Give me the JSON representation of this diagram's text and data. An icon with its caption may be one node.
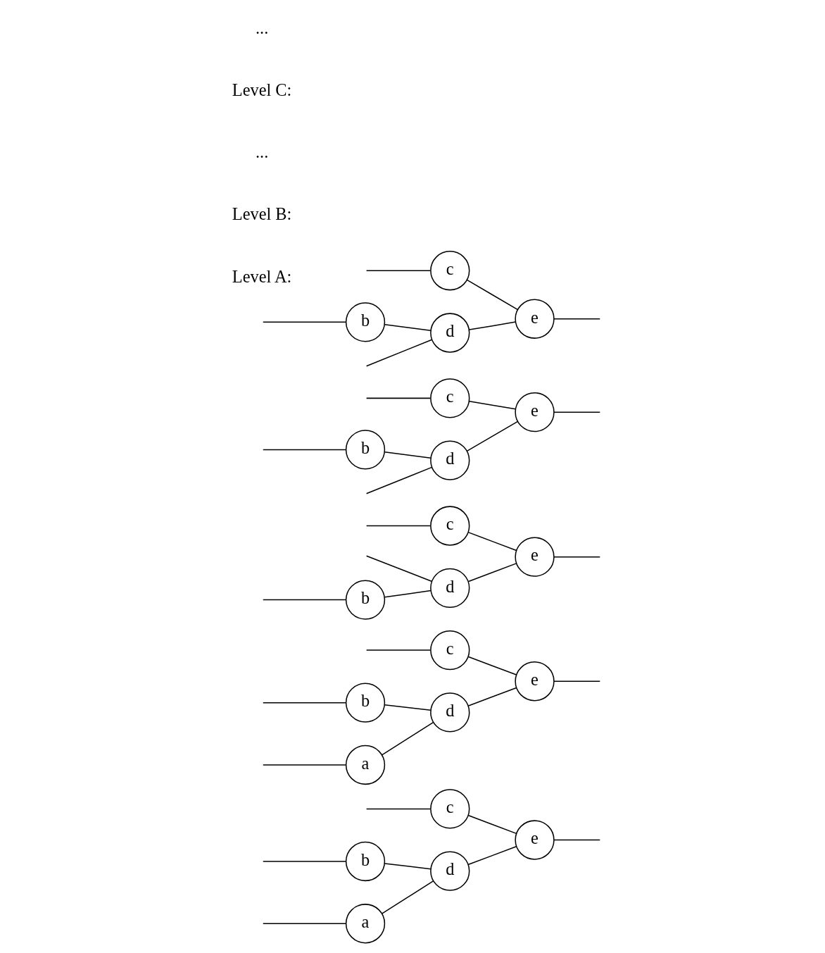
{
  "diagram": {
    "nodes": [
      {
        "text": [
          "a"
        ]
      },
      {
        "text": [
          "b"
        ]
      },
      {
        "text": [
          "c"
        ]
      },
      {
        "text": [
          "d"
        ]
      },
      {
        "text": [
          "e"
        ]
      },
      {
        "text": [
          "a"
        ]
      },
      {
        "text": [
          "b"
        ]
      },
      {
        "text": [
          "c"
        ]
      },
      {
        "text": [
          "d"
        ]
      },
      {
        "text": [
          "e"
        ]
      },
      {
        "text": [
          "b"
        ]
      },
      {
        "text": [
          "c"
        ]
      },
      {
        "text": [
          "d"
        ]
      },
      {
        "text": [
          "e"
        ]
      },
      {
        "text": [
          "d"
        ]
      },
      {
        "text": [
          "b"
        ]
      },
      {
        "text": [
          "e"
        ]
      },
      {
        "text": [
          "c"
        ]
      },
      {
        "text": [
          "d"
        ]
      },
      {
        "text": [
          "b"
        ]
      },
      {
        "text": [
          "e"
        ]
      },
      {
        "text": [
          "c"
        ]
      }
    ],
    "edges": [
      {
        "from": null,
        "to": 0,
        "arrow": "none"
      },
      {
        "from": null,
        "to": 1,
        "arrow": "none"
      },
      {
        "from": null,
        "to": 2,
        "arrow": "none"
      },
      {
        "from": 0,
        "to": 3,
        "arrow": "none"
      },
      {
        "from": 1,
        "to": 3,
        "arrow": "none"
      },
      {
        "from": 3,
        "to": 4,
        "arrow": "none"
      },
      {
        "from": 2,
        "to": 4,
        "arrow": "none"
      },
      {
        "from": 4,
        "to": null,
        "arrow": "none"
      },
      {
        "from": null,
        "to": 5,
        "arrow": "none"
      },
      {
        "from": null,
        "to": 6,
        "arrow": "none"
      },
      {
        "from": null,
        "to": 7,
        "arrow": "none"
      },
      {
        "from": 5,
        "to": 8,
        "arrow": "none"
      },
      {
        "from": 6,
        "to": 8,
        "arrow": "none"
      },
      {
        "from": 8,
        "to": 9,
        "arrow": "none"
      },
      {
        "from": 7,
        "to": 9,
        "arrow": "none"
      },
      {
        "from": 9,
        "to": null,
        "arrow": "none"
      },
      {
        "from": null,
        "to": 12,
        "arrow": "none"
      },
      {
        "from": null,
        "to": 10,
        "arrow": "none"
      },
      {
        "from": null,
        "to": 11,
        "arrow": "none"
      },
      {
        "from": 10,
        "to": 12,
        "arrow": "none"
      },
      {
        "from": 12,
        "to": 13,
        "arrow": "none"
      },
      {
        "from": 11,
        "to": 13,
        "arrow": "none"
      },
      {
        "from": 13,
        "to": null,
        "arrow": "none"
      },
      {
        "from": null,
        "to": 14,
        "arrow": "none"
      },
      {
        "from": null,
        "to": 15,
        "arrow": "none"
      },
      {
        "from": null,
        "to": 17,
        "arrow": "none"
      },
      {
        "from": 15,
        "to": 14,
        "arrow": "none"
      },
      {
        "from": 14,
        "to": 16,
        "arrow": "none"
      },
      {
        "from": 17,
        "to": 16,
        "arrow": "none"
      },
      {
        "from": 16,
        "to": null,
        "arrow": "none"
      },
      {
        "from": null,
        "to": 18,
        "arrow": "none"
      },
      {
        "from": null,
        "to": 19,
        "arrow": "none"
      },
      {
        "from": null,
        "to": 21,
        "arrow": "none"
      },
      {
        "from": 19,
        "to": 18,
        "arrow": "none"
      },
      {
        "from": 18,
        "to": 20,
        "arrow": "none"
      },
      {
        "from": 21,
        "to": 20,
        "arrow": "none"
      },
      {
        "from": 20,
        "to": null,
        "arrow": "none"
      }
    ],
    "labels": [
      "Level A:",
      "Level B:",
      "...",
      "Level C:",
      "..."
    ]
  }
}
